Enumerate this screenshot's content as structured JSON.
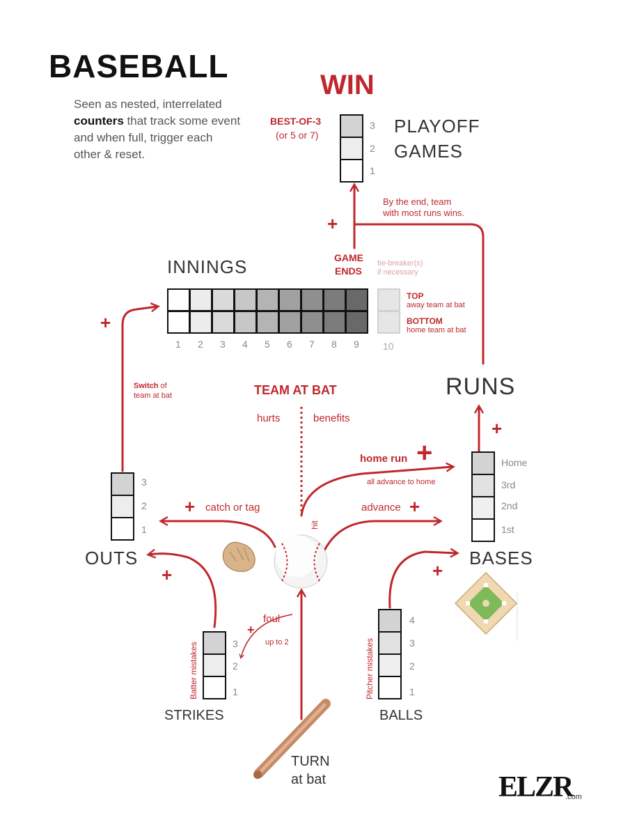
{
  "title": "BASEBALL",
  "subtitle": {
    "text_before": "Seen as nested, interrelated ",
    "bold": "counters",
    "text_after": " that track some event and when full, trigger each other & reset."
  },
  "win": "WIN",
  "playoff": {
    "label_line1": "PLAYOFF",
    "label_line2": "GAMES",
    "best_of": "BEST-OF-3",
    "or_more": "(or 5 or 7)",
    "levels": [
      "3",
      "2",
      "1"
    ]
  },
  "runs_note": {
    "line1": "By the end, team",
    "line2": "with most runs wins."
  },
  "game_ends": {
    "line1": "GAME",
    "line2": "ENDS"
  },
  "tie_breaker": {
    "line1": "tie-breaker(s)",
    "line2": "if necessary"
  },
  "innings": {
    "label": "INNINGS",
    "numbers": [
      "1",
      "2",
      "3",
      "4",
      "5",
      "6",
      "7",
      "8",
      "9"
    ],
    "extra": "10",
    "top_label": "TOP",
    "top_desc": "away team at bat",
    "bottom_label": "BOTTOM",
    "bottom_desc": "home team at bat"
  },
  "switch_note": {
    "bold": "Switch",
    "rest": " of",
    "line2": "team at bat"
  },
  "team_at_bat": {
    "label": "TEAM AT BAT",
    "hurts": "hurts",
    "benefits": "benefits"
  },
  "runs": {
    "label": "RUNS"
  },
  "bases": {
    "label": "BASES",
    "levels": [
      "Home",
      "3rd",
      "2nd",
      "1st"
    ]
  },
  "home_run": {
    "label": "home run",
    "note": "all advance to home"
  },
  "advance": "advance",
  "catch_or_tag": "catch or tag",
  "hit": "hit",
  "outs": {
    "label": "OUTS",
    "levels": [
      "3",
      "2",
      "1"
    ]
  },
  "strikes": {
    "label": "STRIKES",
    "levels": [
      "3",
      "2",
      "1"
    ],
    "side": "Batter mistakes"
  },
  "balls": {
    "label": "BALLS",
    "levels": [
      "4",
      "3",
      "2",
      "1"
    ],
    "side": "Pitcher mistakes"
  },
  "foul": {
    "label": "foul",
    "note": "up to 2"
  },
  "turn": {
    "line1": "TURN",
    "line2": "at bat"
  },
  "plus": "+",
  "logo": {
    "main": "ELZR",
    "suffix": ".com"
  },
  "colors": {
    "accent": "#c0272d",
    "box_border": "#111111",
    "text_dark": "#333333"
  }
}
